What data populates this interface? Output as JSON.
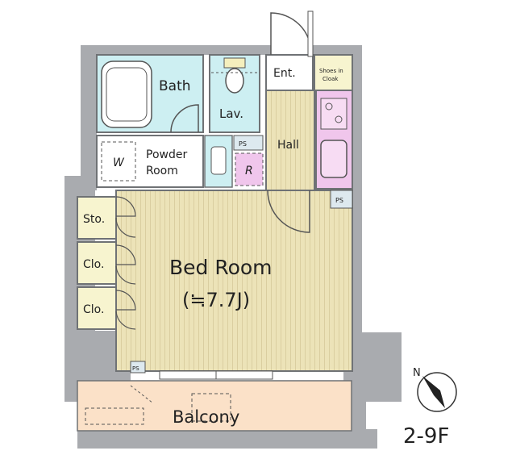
{
  "rooms": {
    "bath": "Bath",
    "lav": "Lav.",
    "entrance": "Ent.",
    "shoes_line1": "Shoes in",
    "shoes_line2": "Cloak",
    "hall": "Hall",
    "powder_line1": "Powder",
    "powder_line2": "Room",
    "washer": "W",
    "fridge": "R",
    "storage": "Sto.",
    "closet_1": "Clo.",
    "closet_2": "Clo.",
    "bedroom_line1": "Bed Room",
    "bedroom_line2": "(≒7.7J)",
    "balcony": "Balcony",
    "pipe_space_1": "PS",
    "pipe_space_2": "PS",
    "pipe_space_3": "PS"
  },
  "compass": {
    "north": "N"
  },
  "floor": "2-9F",
  "colors": {
    "wall": "#a9abaf",
    "bath": "#cdeff2",
    "hall_floor": "#ece3b8",
    "wood_stripe": "#bfb07a",
    "kitchen": "#f0c6ec",
    "balcony": "#fbe1c8",
    "storage": "#f7f4cf",
    "powder": "#ffffff",
    "ps": "#dde9ef"
  }
}
